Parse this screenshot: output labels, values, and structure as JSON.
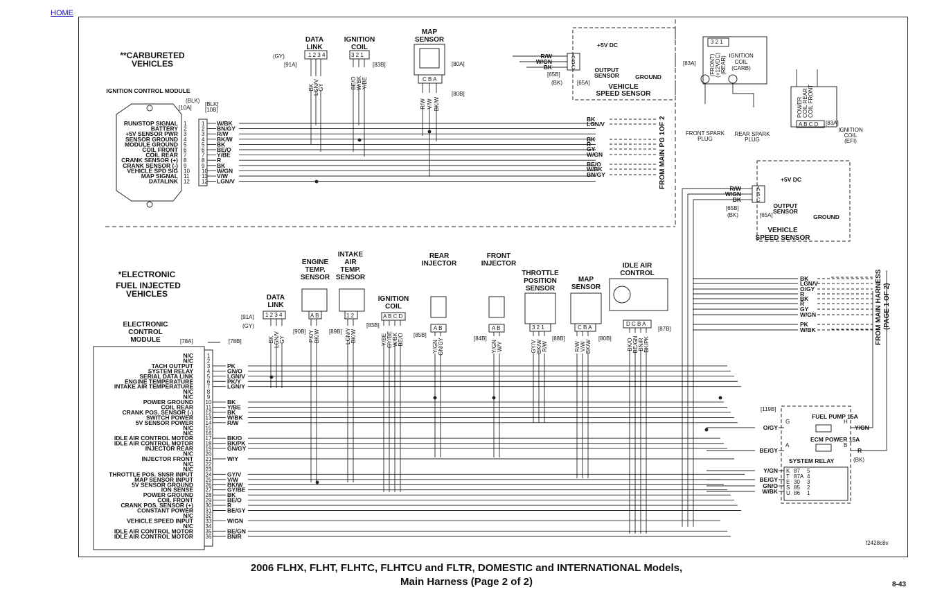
{
  "nav": {
    "home": "HOME"
  },
  "carb": {
    "title1": "**CARBURETED",
    "title2": "VEHICLES",
    "module_title": "IGNITION CONTROL MODULE",
    "conn_a": "[10A]",
    "conn_a_color": "(BLK)",
    "conn_b": "[10B]",
    "conn_b_color": "[BLK]",
    "pins": [
      "RUN/STOP SIGNAL",
      "BATTERY",
      "+5V SENSOR PWR",
      "SENSOR GROUND",
      "MODULE GROUND",
      "COIL FRONT",
      "COIL REAR",
      "CRANK SENSOR (+)",
      "CRANK SENSOR (-)",
      "VEHICLE SPD SIG",
      "MAP SIGNAL",
      "DATALINK"
    ],
    "wires": [
      "W/BK",
      "BN/GY",
      "R/W",
      "BK/W",
      "BK",
      "BE/O",
      "Y/BE",
      "R",
      "BK",
      "W/GN",
      "V/W",
      "LGN/V"
    ],
    "right_wires": [
      "BK",
      "LGN/V",
      "BK",
      "R",
      "GY",
      "W/GN",
      "BE/O",
      "W/BK",
      "BN/GY"
    ],
    "from_main": "FROM MAIN PG 1OF 2",
    "data_link": [
      "DATA",
      "LINK"
    ],
    "data_link_pins": "1 2 3 4",
    "data_link_conn": "[91A]",
    "data_link_gy": "(GY)",
    "data_link_wires": [
      "BK",
      "LGN/V",
      "GY"
    ],
    "ign_coil": [
      "IGNITION",
      "COIL"
    ],
    "ign_coil_pins": "3 2 1",
    "ign_coil_conn": "[83B]",
    "ign_coil_wires": [
      "BE/O",
      "W/BK",
      "Y/BE"
    ],
    "map": [
      "MAP",
      "SENSOR"
    ],
    "map_pins": "C B A",
    "map_conn_a": "[80A]",
    "map_conn_b": "[80B]",
    "map_wires": [
      "R/W",
      "V/W",
      "BK/W"
    ],
    "vss_wires": [
      "R/W",
      "W/GN",
      "BK"
    ],
    "vss_pins": [
      "A",
      "B",
      "C"
    ],
    "vss_5v": "+5V DC",
    "vss_output": [
      "OUTPUT",
      "SENSOR"
    ],
    "vss_ground": "GROUND",
    "vss_title": [
      "VEHICLE",
      "SPEED SENSOR"
    ],
    "vss_conn_b": "[65B]",
    "vss_conn_a": "[65A]",
    "vss_bk": "(BK)",
    "coil_pins": "3 2 1",
    "coil_labels": [
      "(FRONT)",
      "(+12VDC)",
      "(REAR)"
    ],
    "coil_title": [
      "IGNITION",
      "COIL",
      "(CARB)"
    ],
    "coil_conn": "[83A]",
    "front_plug": [
      "FRONT SPARK",
      "PLUG"
    ],
    "rear_plug": [
      "REAR SPARK",
      "PLUG"
    ],
    "efi_coil_labels": [
      "POWER",
      "COIL REAR",
      "COIL FRONT"
    ],
    "efi_coil_pins": "A B C D",
    "efi_coil_conn": "[83A]",
    "efi_coil_title": [
      "IGNITION",
      "COIL",
      "(EFI)"
    ]
  },
  "efi": {
    "title1": "*ELECTRONIC",
    "title2": "FUEL INJECTED",
    "title3": "VEHICLES",
    "ecm_title": [
      "ELECTRONIC",
      "CONTROL",
      "MODULE"
    ],
    "conn_a": "[78A]",
    "conn_b": "[78B]",
    "pins": [
      "N/C",
      "N/C",
      "TACH OUTPUT",
      "SYSTEM RELAY",
      "SERIAL DATA LINK",
      "ENGINE TEMPERATURE",
      "INTAKE AIR TEMPERATURE",
      "N/C",
      "N/C",
      "POWER GROUND",
      "COIL REAR",
      "CRANK POS. SENSOR (-)",
      "SWITCH POWER",
      "5V SENSOR POWER",
      "N/C",
      "N/C",
      "IDLE AIR CONTROL MOTOR",
      "IDLE AIR CONTROL MOTOR",
      "INJECTOR REAR",
      "N/C",
      "INJECTOR FRONT",
      "N/C",
      "N/C",
      "THROTTLE POS. SNSR INPUT",
      "MAP SENSOR INPUT",
      "5V SENSOR GROUND",
      "ION SENSE",
      "POWER GROUND",
      "COIL FRONT",
      "CRANK POS. SENSOR (+)",
      "CONSTANT POWER",
      "N/C",
      "VEHICLE SPEED INPUT",
      "N/C",
      "IDLE AIR CONTROL MOTOR",
      "IDLE AIR CONTROL MOTOR"
    ],
    "wires": [
      "",
      "",
      "PK",
      "GN/O",
      "LGN/V",
      "PK/Y",
      "LGN/Y",
      "",
      "",
      "BK",
      "Y/BE",
      "BK",
      "W/BK",
      "R/W",
      "",
      "",
      "BK/O",
      "BK/PK",
      "GN/GY",
      "",
      "W/Y",
      "",
      "",
      "GY/V",
      "V/W",
      "BK/W",
      "GY/BE",
      "BK",
      "BE/O",
      "R",
      "BE/GY",
      "",
      "W/GN",
      "",
      "BE/GN",
      "BN/R"
    ],
    "data_link": [
      "DATA",
      "LINK"
    ],
    "data_link_pins": "1 2 3 4",
    "data_link_conn": "[91A]",
    "data_link_gy": "(GY)",
    "data_link_wires": [
      "BK",
      "LGN/V",
      "GY"
    ],
    "eng_temp": [
      "ENGINE",
      "TEMP.",
      "SENSOR"
    ],
    "eng_temp_pins": "A B",
    "eng_temp_conn": "[90B]",
    "eng_temp_wires": [
      "PK/Y",
      "BK/W"
    ],
    "iat": [
      "INTAKE",
      "AIR",
      "TEMP.",
      "SENSOR"
    ],
    "iat_pins": "1 2",
    "iat_conn": "[89B]",
    "iat_wires": [
      "LGN/Y",
      "BK/W"
    ],
    "ign_coil": [
      "IGNITION",
      "COIL"
    ],
    "ign_coil_pins": "A B C D",
    "ign_coil_conn": "[83B]",
    "ign_coil_wires": [
      "Y/BE",
      "GY/BE",
      "W/BK",
      "BE/O"
    ],
    "rear_inj": [
      "REAR",
      "INJECTOR"
    ],
    "rear_inj_pins": "A B",
    "rear_inj_conn": "[85B]",
    "rear_inj_wires": [
      "Y/GN",
      "GN/GY"
    ],
    "front_inj": [
      "FRONT",
      "INJECTOR"
    ],
    "front_inj_pins": "A B",
    "front_inj_conn": "[84B]",
    "front_inj_wires": [
      "Y/GN",
      "W/Y"
    ],
    "tps": [
      "THROTTLE",
      "POSITION",
      "SENSOR"
    ],
    "tps_pins": "3 2 1",
    "tps_conn": "[88B]",
    "tps_wires": [
      "GY/V",
      "BK/W",
      "R/W"
    ],
    "map": [
      "MAP",
      "SENSOR"
    ],
    "map_pins": "C B A",
    "map_conn": "[80B]",
    "map_wires": [
      "R/W",
      "V/W",
      "BK/W"
    ],
    "iac": [
      "IDLE AIR",
      "CONTROL"
    ],
    "iac_pins": "D C B A",
    "iac_conn": "[87B]",
    "iac_wires": [
      "BK/O",
      "BE/GN",
      "BN/R",
      "BK/PK"
    ],
    "vss_wires": [
      "R/W",
      "W/GN",
      "BK"
    ],
    "vss_pins": [
      "A",
      "B",
      "C"
    ],
    "vss_5v": "+5V DC",
    "vss_output": [
      "OUTPUT",
      "SENSOR"
    ],
    "vss_ground": "GROUND",
    "vss_title": [
      "VEHICLE",
      "SPEED SENSOR"
    ],
    "vss_conn_b": "[65B]",
    "vss_conn_a": "[65A]",
    "vss_bk": "(BK)",
    "right_wires": [
      "BK",
      "LGN/V",
      "O/GY",
      "R",
      "BK",
      "R",
      "GY",
      "W/GN",
      "PK",
      "W/BK"
    ],
    "from_main": [
      "FROM MAIN HARNESS",
      "(PAGE 1 OF 2)"
    ],
    "fuse_conn": "[119B]",
    "fuel_pump": "FUEL PUMP 15A",
    "ecm_power": "ECM POWER 15A",
    "fuse_g": "G",
    "fuse_h": "H",
    "fuse_a": "A",
    "fuse_b": "B",
    "fuse_bk": "(BK)",
    "relay_title": "SYSTEM RELAY",
    "relay_letters": [
      "K",
      "T",
      "E",
      "S",
      "U"
    ],
    "relay_nums": [
      "87",
      "87A",
      "30",
      "85",
      "86"
    ],
    "relay_pins": [
      "5",
      "4",
      "3",
      "2",
      "1"
    ],
    "fuse_wires_left": [
      "O/GY",
      "BE/GY",
      "Y/GN",
      "BE/GY",
      "GN/O",
      "W/BK"
    ],
    "fuse_wire_right": "Y/GN",
    "fuse_wire_r": "R"
  },
  "figure_id": "f2428c8x",
  "caption": {
    "line1": "2006 FLHX, FLHT, FLHTC, FLHTCU and FLTR, DOMESTIC and INTERNATIONAL Models,",
    "line2": "Main Harness (Page 2 of 2)"
  },
  "page_number": "8-43"
}
